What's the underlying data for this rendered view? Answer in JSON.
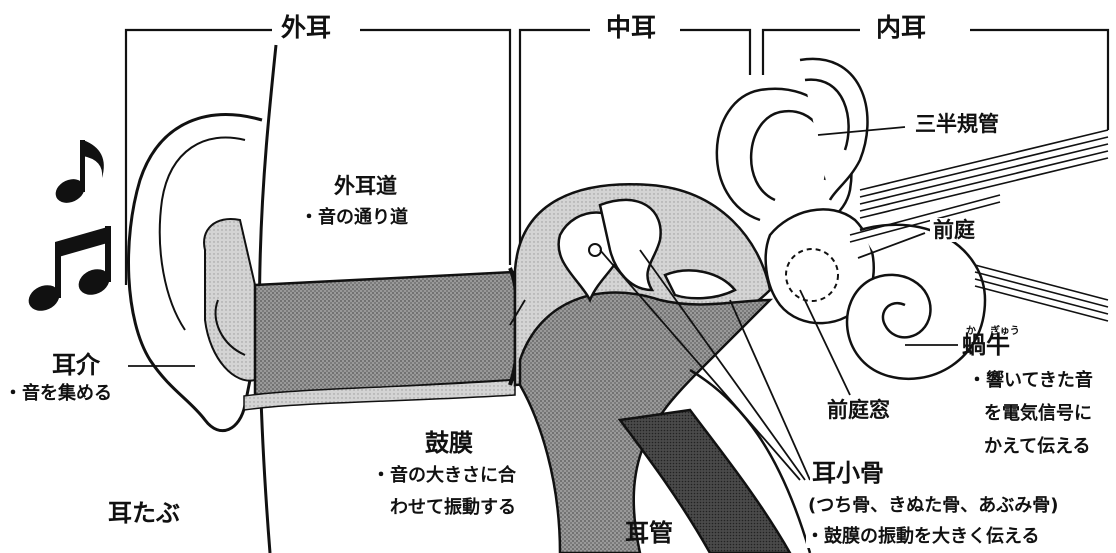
{
  "sections": {
    "outer_ear": "外耳",
    "middle_ear": "中耳",
    "inner_ear": "内耳"
  },
  "labels": {
    "auricle": {
      "name": "耳介",
      "desc": "・音を集める"
    },
    "earlobe": "耳たぶ",
    "ear_canal": {
      "name": "外耳道",
      "desc": "・音の通り道"
    },
    "eardrum": {
      "name": "鼓膜",
      "desc_line1": "・音の大きさに合",
      "desc_line2": "わせて振動する"
    },
    "eustachian_tube": "耳管",
    "ossicles": {
      "name": "耳小骨",
      "detail": "(つち骨、きぬた骨、あぶみ骨)",
      "desc": "・鼓膜の振動を大きく伝える"
    },
    "semicircular_canals": "三半規管",
    "vestibule": "前庭",
    "oval_window": "前庭窓",
    "cochlea": {
      "name": "蝸牛",
      "ruby_left": "か",
      "ruby_right": "ぎゅう",
      "desc_line1": "・響いてきた音",
      "desc_line2": "を電気信号に",
      "desc_line3": "かえて伝える"
    }
  },
  "icons": [
    "music-note-icon",
    "double-music-note-icon"
  ],
  "colors": {
    "ink": "#111111",
    "shade_dark": "#444444",
    "shade_light": "#bdbdbd",
    "tissue": "#8c8c8c"
  }
}
